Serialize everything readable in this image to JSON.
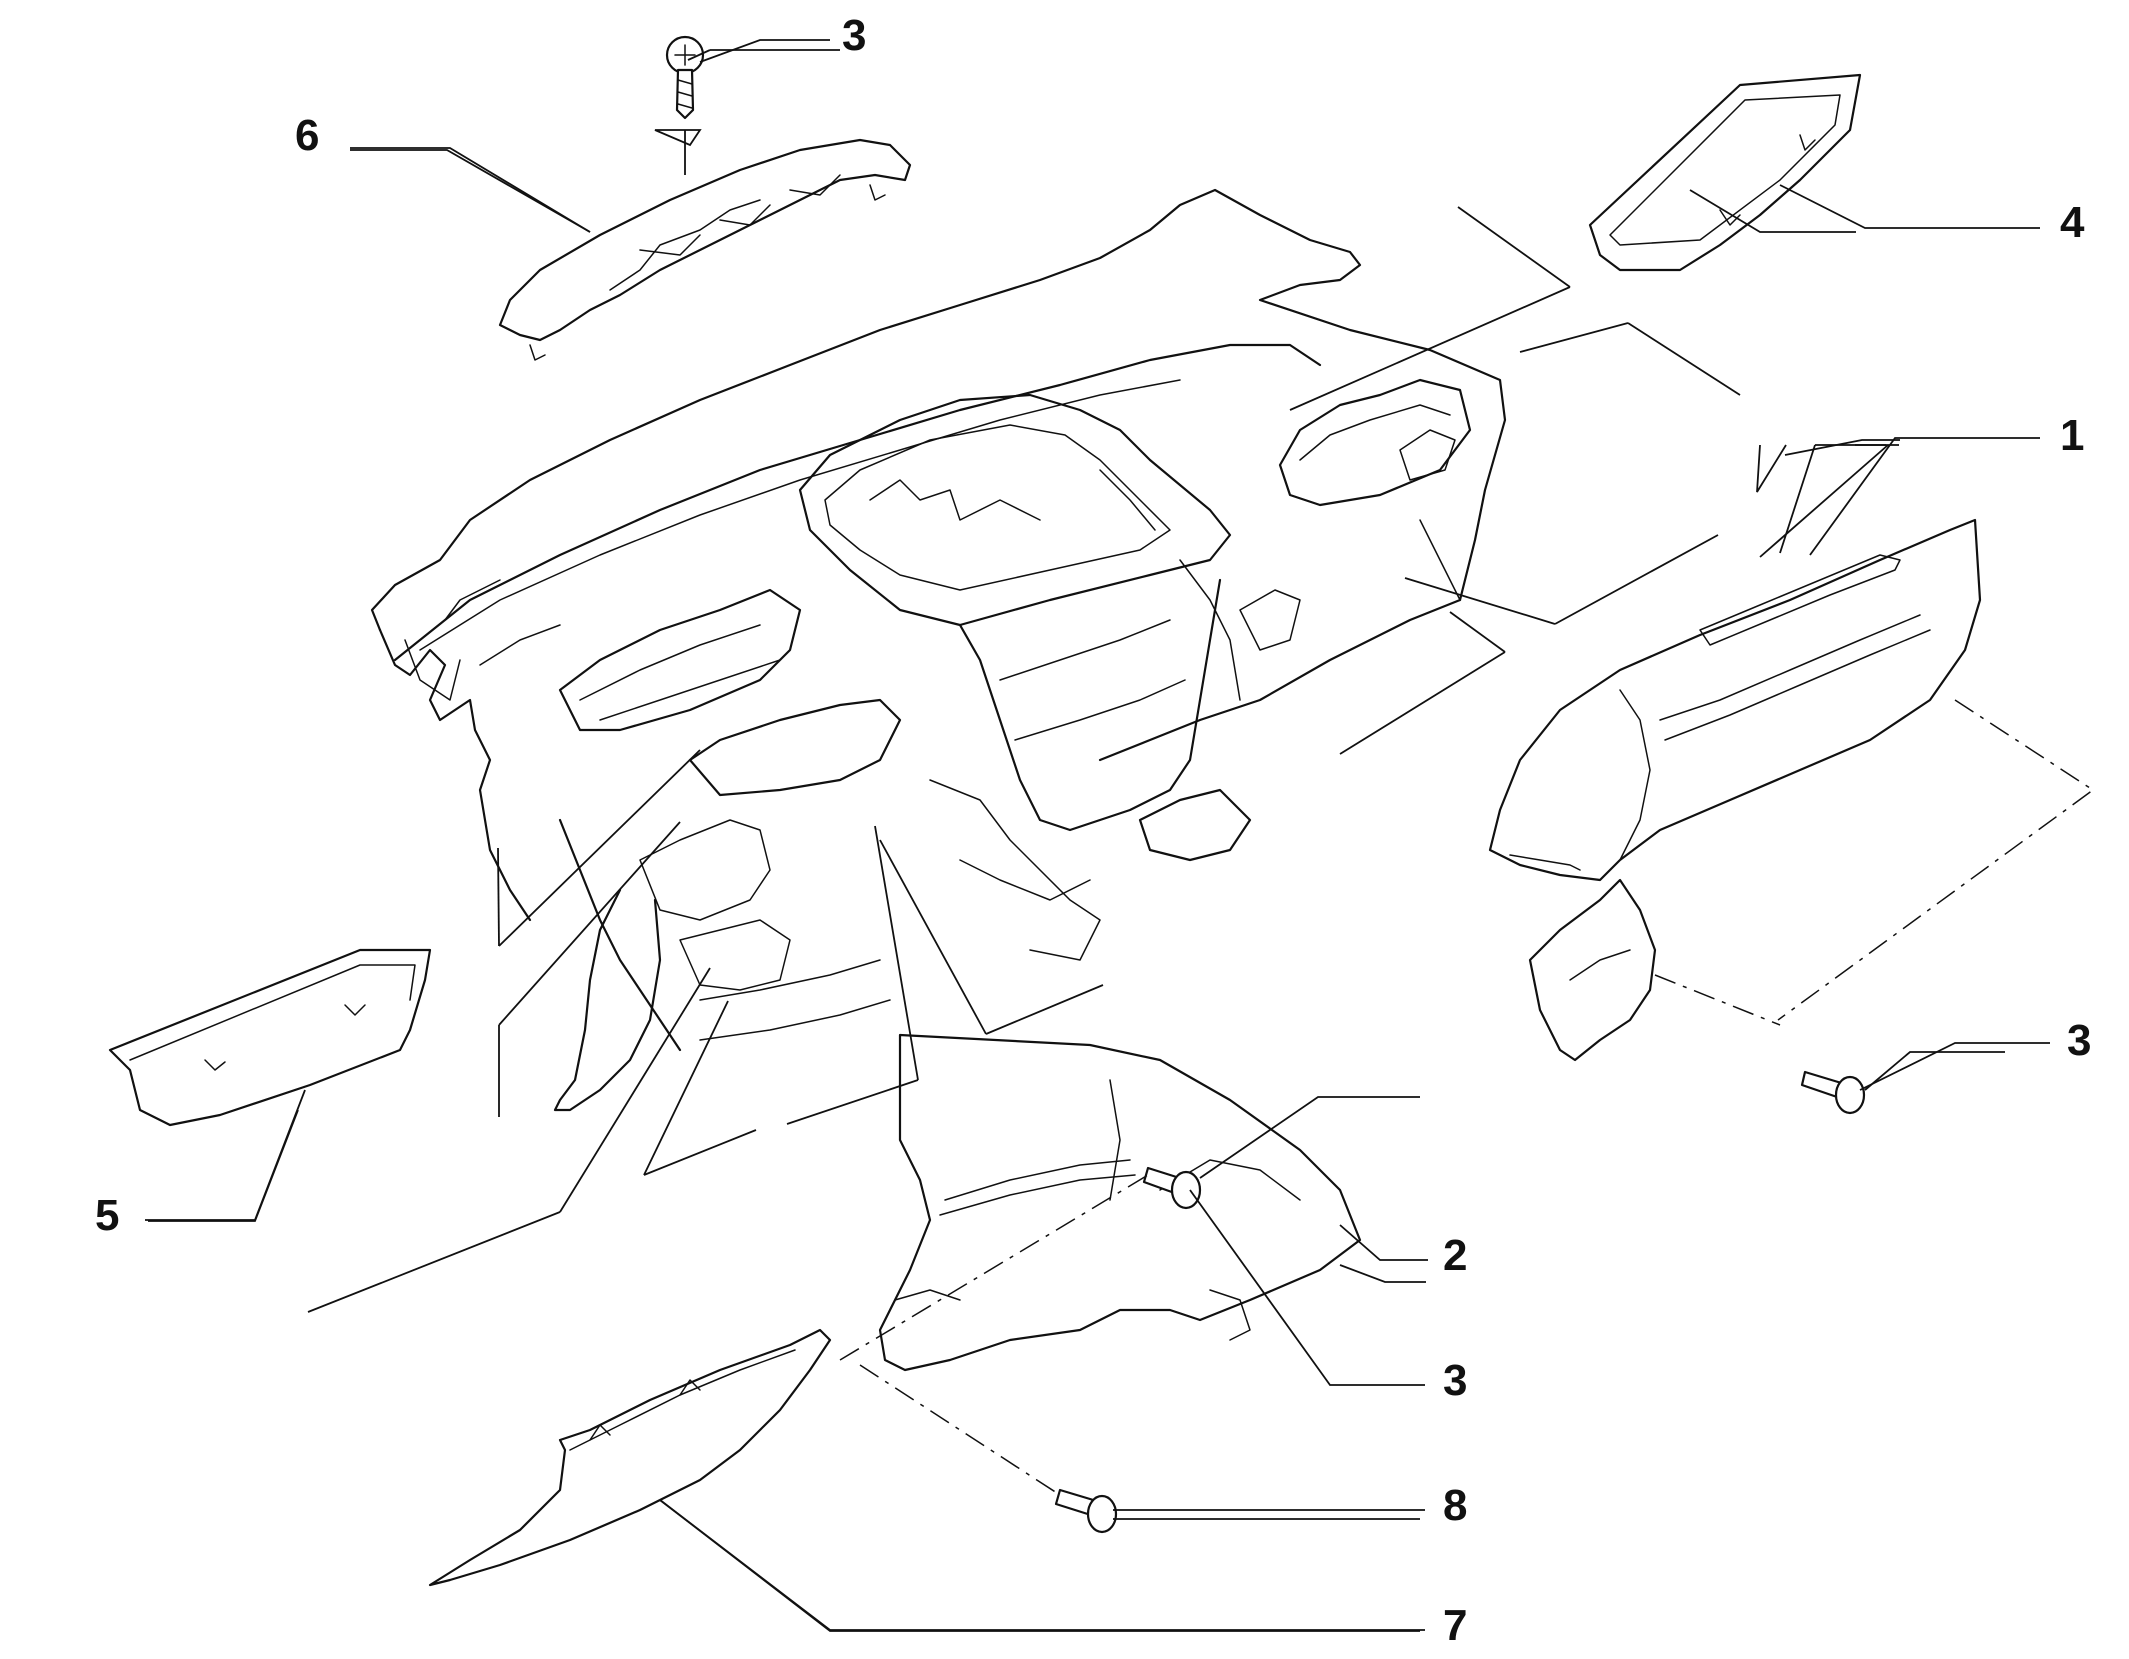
{
  "callouts": [
    {
      "id": "c1",
      "label": "1"
    },
    {
      "id": "c2",
      "label": "2"
    },
    {
      "id": "c3a",
      "label": "3"
    },
    {
      "id": "c3b",
      "label": "3"
    },
    {
      "id": "c3c",
      "label": "3"
    },
    {
      "id": "c4",
      "label": "4"
    },
    {
      "id": "c5",
      "label": "5"
    },
    {
      "id": "c6",
      "label": "6"
    },
    {
      "id": "c7",
      "label": "7"
    },
    {
      "id": "c8",
      "label": "8"
    }
  ],
  "colors": {
    "line": "#111111",
    "background": "#ffffff"
  }
}
